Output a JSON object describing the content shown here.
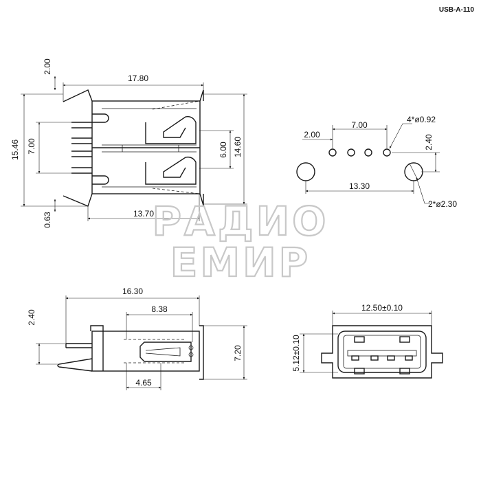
{
  "part_code": "USB-A-110",
  "watermark": {
    "line1": "РАДИО",
    "line2": "ЕМИР"
  },
  "top_view": {
    "dims": {
      "overall_width": "17.80",
      "top_offset": "2.00",
      "total_height": "15.46",
      "pin_span": "7.00",
      "port_gap": "6.00",
      "body_height": "14.60",
      "bottom_width": "13.70",
      "bottom_offset": "0.63"
    }
  },
  "pcb_footprint": {
    "dims": {
      "pin_hole": "4*ø0.92",
      "pin_pitch_span": "7.00",
      "first_pin_offset": "2.00",
      "row_offset": "2.40",
      "mount_hole_span": "13.30",
      "mount_hole": "2*ø2.30"
    }
  },
  "side_view": {
    "dims": {
      "overall_length": "16.30",
      "inner_length": "8.38",
      "pin_offset": "2.40",
      "height": "7.20",
      "contact_length": "4.65"
    }
  },
  "front_view": {
    "dims": {
      "width": "12.50±0.10",
      "height": "5.12±0.10"
    }
  }
}
